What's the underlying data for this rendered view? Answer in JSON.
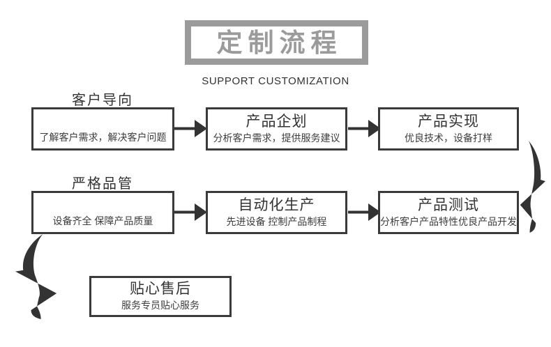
{
  "header": {
    "title": "定制流程",
    "subtitle": "SUPPORT CUSTOMIZATION"
  },
  "colors": {
    "banner_gray": "#9b9b9b",
    "ink": "#333333",
    "background": "#ffffff"
  },
  "icons": {
    "straight_arrow": "arrow-right",
    "right_curve": "curved-arrow-down-left",
    "left_curve": "curved-arrow-down-right"
  },
  "rows": [
    {
      "label": "客户导向",
      "boxes": [
        {
          "title": "",
          "desc": "了解客户需求，解决客户问题"
        },
        {
          "title": "产品企划",
          "desc": "分析客户需求，提供服务建议"
        },
        {
          "title": "产品实现",
          "desc": "优良技术，设备打样"
        }
      ]
    },
    {
      "label": "严格品管",
      "boxes": [
        {
          "title": "",
          "desc": "设备齐全 保障产品质量"
        },
        {
          "title": "自动化生产",
          "desc": "先进设备 控制产品制程"
        },
        {
          "title": "产品测试",
          "desc": "分析客户产品特性优良产品开发"
        }
      ]
    },
    {
      "label": "",
      "boxes": [
        {
          "title": "贴心售后",
          "desc": "服务专员贴心服务"
        }
      ]
    }
  ]
}
